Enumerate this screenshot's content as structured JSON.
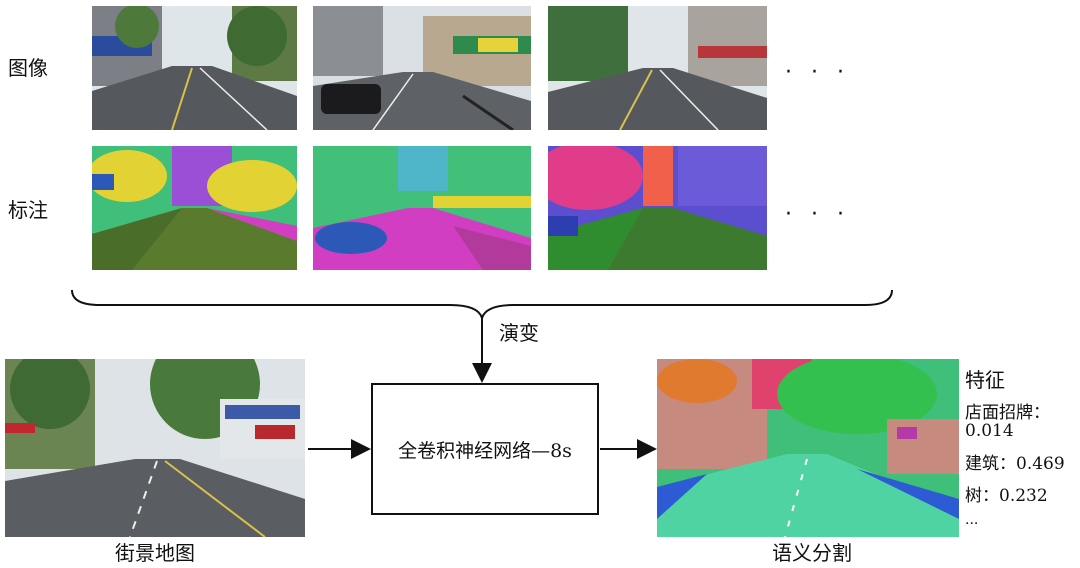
{
  "rows": {
    "image_label": "图像",
    "annotation_label": "标注"
  },
  "ellipsis": "· · ·",
  "evolution_label": "演变",
  "input_label": "街景地图",
  "network_label": "全卷积神经网络—8s",
  "output_label": "语义分割",
  "features": {
    "title": "特征",
    "items": [
      {
        "label": "店面招牌：",
        "value": "0.014"
      },
      {
        "label": "建筑：",
        "value": "0.469"
      },
      {
        "label": "树：",
        "value": "0.232"
      }
    ],
    "more": "..."
  },
  "colors": {
    "line": "#111111",
    "seg_road": "#5a7a2e",
    "seg_sky": "#4fb6c9",
    "seg_tree": "#e3d233",
    "seg_building": "#42c07a",
    "seg_car": "#2c59b8",
    "seg_sidewalk": "#d23ec2",
    "seg_pink": "#e83d8c"
  }
}
